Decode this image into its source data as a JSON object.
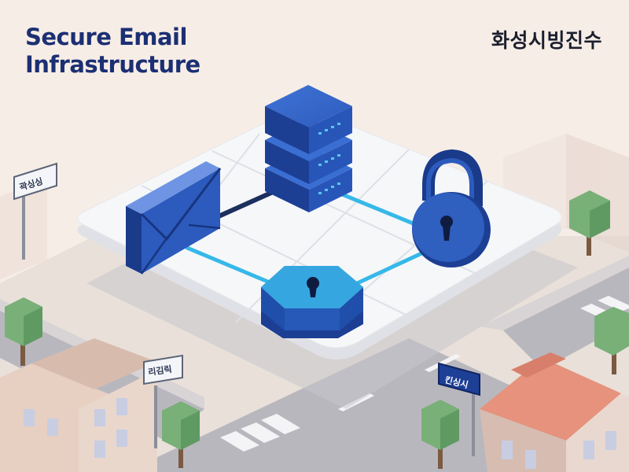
{
  "title": {
    "line1": "Secure Email",
    "line2": "Infrastructure"
  },
  "korean_title": "화성시빙진수",
  "signs": {
    "left_top": "곽싱싱",
    "left_bottom": "리김릭",
    "right": "킨싱시"
  },
  "colors": {
    "background": "#f6ede6",
    "title": "#1b2f73",
    "accent_blue": "#2f5fbf",
    "dark_blue": "#1a3a8a",
    "connector": "#36b8e8",
    "platform": "#f5f6f8"
  },
  "icons": [
    "envelope-icon",
    "server-stack-icon",
    "padlock-icon",
    "shield-keyhole-icon"
  ]
}
